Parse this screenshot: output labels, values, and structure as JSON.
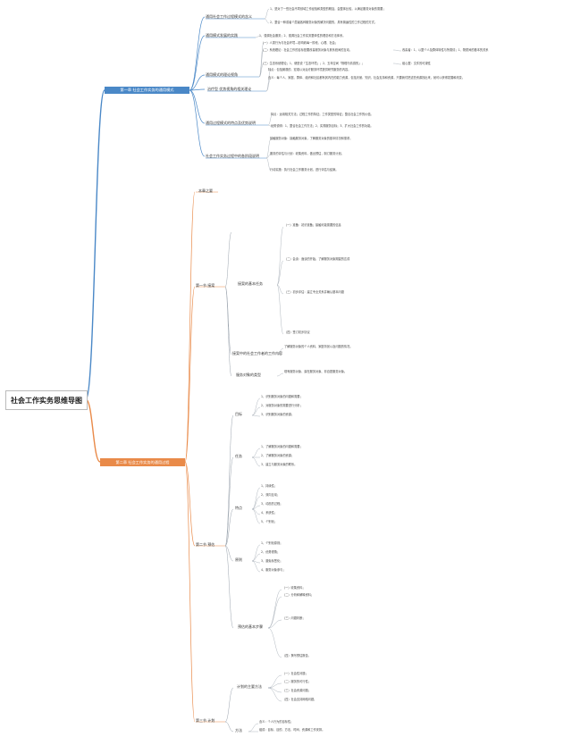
{
  "root": {
    "title": "社会工作实务思维导图"
  },
  "branch1": {
    "title": "第一章 社会工作实务的通用模式",
    "nodes": [
      {
        "label": "通用社会工作过程模式的含义",
        "notes": [
          "1、是对了一些社会不同领域工作经验和类型的概括，会整体比较，以满足服务对象的需要；",
          "2、整合一种或者个层级各种服务对象的解决问题的，具有普遍性的工作过程的方式。"
        ]
      },
      {
        "label": "通用模式发展的实践",
        "notes": [
          "1、强调社会服务；2、强调社会工作实务整体性的理念和方法体系。"
        ]
      },
      {
        "label": "通用模式的理论视角",
        "notes": [
          "（一）人类行为与社会环境—影响着每一阶段、心理、社会；",
          "（二）系统理论：社会工作的目标是要改善服务对象与其系统间的互动，",
          "（三）生态系统理论；1、便是说「生态环境」；2、五年空间「物理与情感的」；",
          "改善者：1、以整个人及群体特性与所需情；1、物质间的基本的关系",
          "组心整：文件的可观性"
        ]
      },
      {
        "label": "治疗型 优势视角的相关理论",
        "notes": [
          "特点：包括微观的、宏观以对治疗服务环境提供研究服务的内容。",
          "含义：每个人、家庭、群体、组织和社区都有其内在的能力资源，包括天赋、知识、社会支持和资源，只要我们把这些资源找出来，就可以获得发展和改变。"
        ]
      },
      {
        "label": "通用过程模式的特点及优势说明",
        "notes": [
          "特点：运用相关方法；过程工作的特征；工作类型的特征；整合社会工作的价值。",
          "优势说明：1、整合社会工作方法；2、实现服务目标；3、扩大社会工作的功能。"
        ]
      },
      {
        "label": "社会工作实务过程中的各阶段说明",
        "notes": [
          "接触服务对象：接触服务对象，了解服务对象的基本情况和需求。",
          "服务的评估与计划：收集资料，做出预估，制订服务计划。",
          "行动实施：执行社会工作服务计划，进行评估与结案。"
        ]
      }
    ]
  },
  "branch2": {
    "title": "第二章 社会工作实务的通用过程",
    "sections": [
      {
        "label": "本章之要",
        "items": []
      },
      {
        "label": "第一节 接案",
        "items": [
          {
            "label": "接案的基本任务",
            "notes": [
              "（一）准备：初识准备；接触可能需要的信息",
              "（二）会谈：面谈的开始，了解服务对象期望的达成",
              "（三）初步评估：建立专业关系并确认基本问题",
              "（四）签订初步协议"
            ]
          },
          {
            "label": "接案中的社会工作者的工作内容",
            "notes": [
              "了解服务对象的个人资料、家庭背景以及问题的情况。"
            ]
          },
          {
            "label": "服务对象的类型",
            "notes": [
              "现有服务对象、潜在服务对象、非自愿服务对象。"
            ]
          }
        ]
      },
      {
        "label": "第二节 预估",
        "items": [
          {
            "label": "目标",
            "notes": [
              "1、识别服务对象的问题和需要；",
              "2、对服务对象的需要进行分析；",
              "3、识别服务对象的资源；"
            ]
          },
          {
            "label": "任务",
            "notes": [
              "1、了解服务对象的问题和需要；",
              "2、了解服务对象的资源；",
              "3、建立与服务对象的联系。"
            ]
          },
          {
            "label": "特点",
            "notes": [
              "1、持续性；",
              "2、双向互动；",
              "3、动态的过程；",
              "4、系统性；",
              "5、个别化；"
            ]
          },
          {
            "label": "原则",
            "notes": [
              "1、个别化原则；",
              "2、优势视角；",
              "3、避免标签化；",
              "4、服务对象参与；"
            ]
          },
          {
            "label": "预估的基本步骤",
            "notes": [
              "（一）收集资料；",
              "（二）分析和解释资料；",
              "（三）问题判断；",
              "（四）撰写预估报告。"
            ]
          }
        ]
      },
      {
        "label": "第三节 计划",
        "items": [
          {
            "label": "计划的主要方法",
            "notes": [
              "（一）社会性问题；",
              "（二）服务的可行性；",
              "（三）社会资源问题；",
              "（四）社会支持网络问题。"
            ]
          },
          {
            "label": "方法",
            "notes": [
              "含义：个人行为的目标性；",
              "组成：目标、目的、方法、时间、资源和工作安排。"
            ]
          }
        ]
      }
    ]
  }
}
